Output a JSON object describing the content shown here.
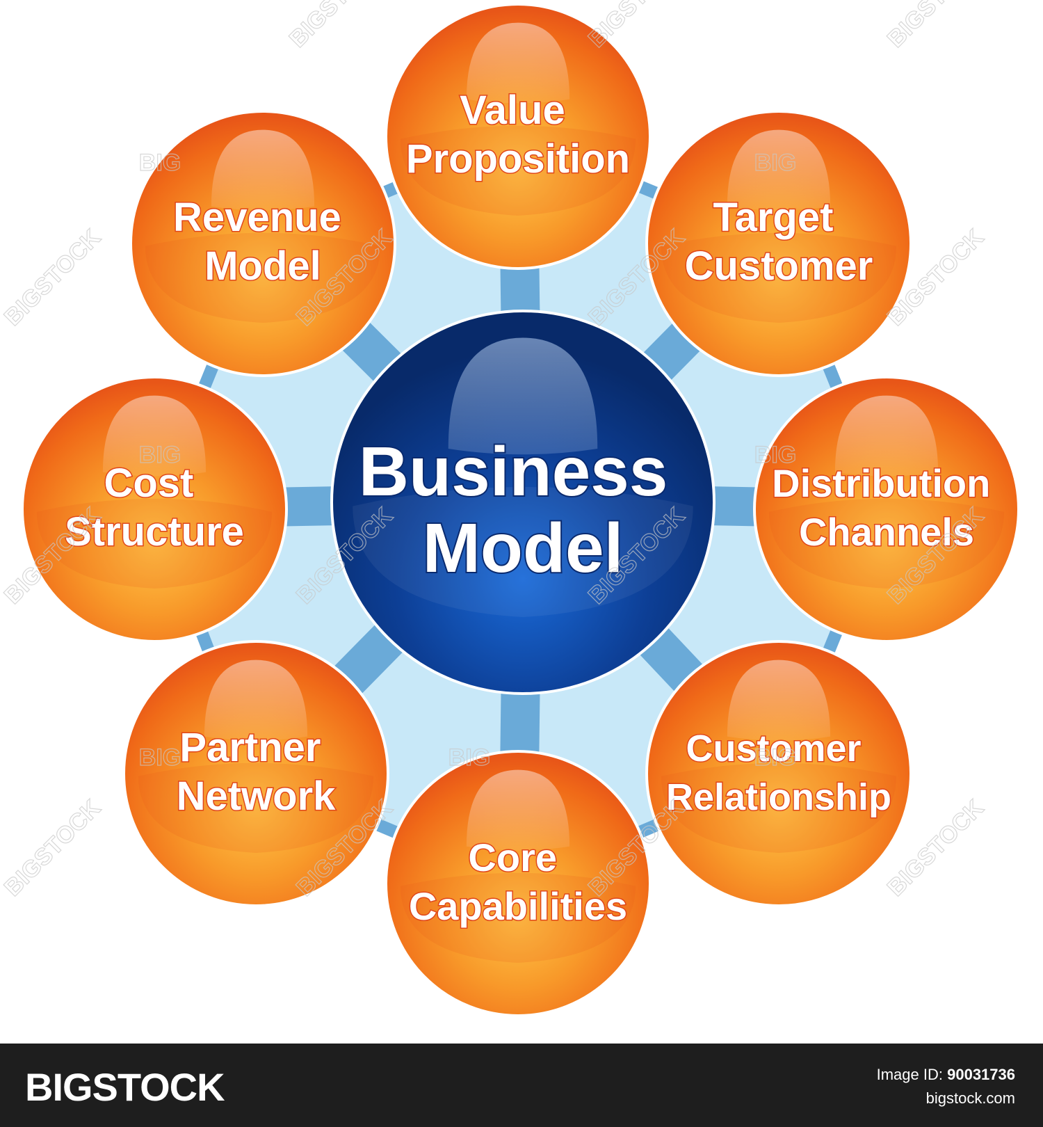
{
  "diagram": {
    "center": {
      "lines": [
        "Business",
        "Model"
      ]
    },
    "nodes": [
      {
        "id": "value-proposition",
        "lines": [
          "Value",
          "Proposition"
        ]
      },
      {
        "id": "target-customer",
        "lines": [
          "Target",
          "Customer"
        ]
      },
      {
        "id": "distribution-channels",
        "lines": [
          "Distribution",
          "Channels"
        ]
      },
      {
        "id": "customer-relationship",
        "lines": [
          "Customer",
          "Relationship"
        ]
      },
      {
        "id": "core-capabilities",
        "lines": [
          "Core",
          "Capabilities"
        ]
      },
      {
        "id": "partner-network",
        "lines": [
          "Partner",
          "Network"
        ]
      },
      {
        "id": "cost-structure",
        "lines": [
          "Cost",
          "Structure"
        ]
      },
      {
        "id": "revenue-model",
        "lines": [
          "Revenue",
          "Model"
        ]
      }
    ],
    "colors": {
      "node": "#f47a1f",
      "node_light": "#ffc36a",
      "node_dark": "#e8561a",
      "center": "#0d3a8a",
      "center_dark": "#0a2a66",
      "connector": "#6aaad8",
      "ring": "#c8e8f8"
    }
  },
  "watermark": {
    "text": "BIGSTOCK",
    "small": "BIG"
  },
  "footer": {
    "logo": "BIGSTOCK",
    "image_id_label": "Image ID:",
    "image_id": "90031736",
    "site": "bigstock.com"
  }
}
